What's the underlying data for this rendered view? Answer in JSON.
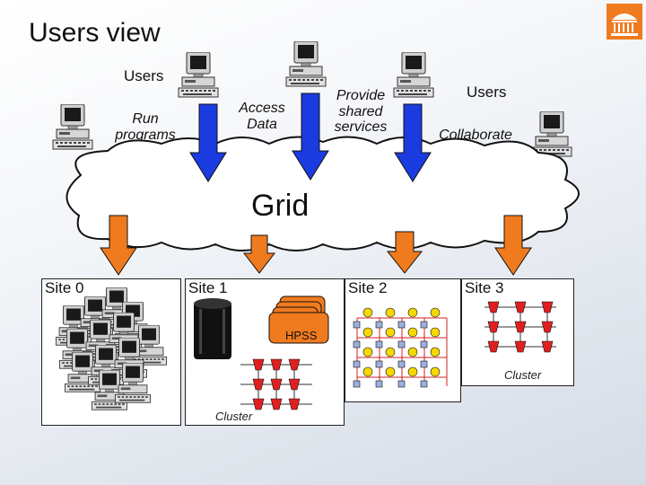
{
  "slide": {
    "title": "Users view"
  },
  "users": {
    "left_label": "Users",
    "right_label": "Users",
    "run_programs": "Run programs",
    "access_data": "Access Data",
    "provide_services": "Provide shared services",
    "collaborate": "Collaborate"
  },
  "grid": {
    "label": "Grid"
  },
  "sites": [
    {
      "label": "Site 0"
    },
    {
      "label": "Site 1"
    },
    {
      "label": "Site 2"
    },
    {
      "label": "Site 3"
    }
  ],
  "site1": {
    "storage_label": "HPSS",
    "cluster_label": "Cluster"
  },
  "site3": {
    "cluster_label": "Cluster"
  },
  "colors": {
    "down_arrow": "#1a3be0",
    "up_arrow": "#f07a1e",
    "node": "#e02020",
    "grid_node": "#f5d800"
  }
}
